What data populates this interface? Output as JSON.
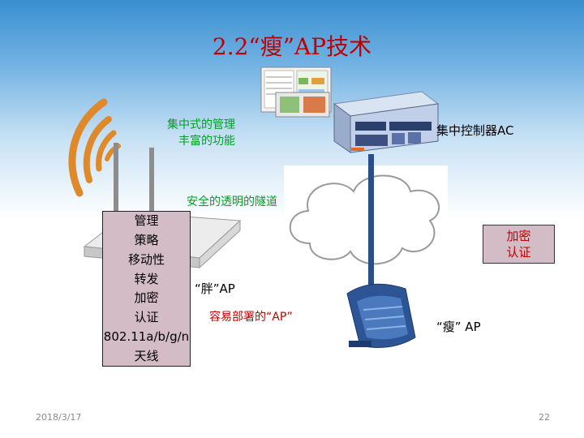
{
  "title": "2.2“瘦”AP技术",
  "labels": {
    "central_mgmt_line1": "集中式的管理",
    "central_mgmt_line2": "丰富的功能",
    "tunnel": "安全的透明的隧道",
    "ac": "集中控制器AC",
    "fat_ap": "“胖”AP",
    "easy_deploy": "容易部署的“AP”",
    "thin_ap": "“瘦” AP"
  },
  "fat_ap_functions": [
    "管理",
    "策略",
    "移动性",
    "转发",
    "加密",
    "认证",
    "802.11a/b/g/n",
    "天线"
  ],
  "thin_ap_functions": [
    "加密",
    "认证"
  ],
  "footer": {
    "date": "2018/3/17",
    "page": "22"
  },
  "colors": {
    "title": "#c00000",
    "green_text": "#00a020",
    "box_fill": "#d3bcc5"
  }
}
